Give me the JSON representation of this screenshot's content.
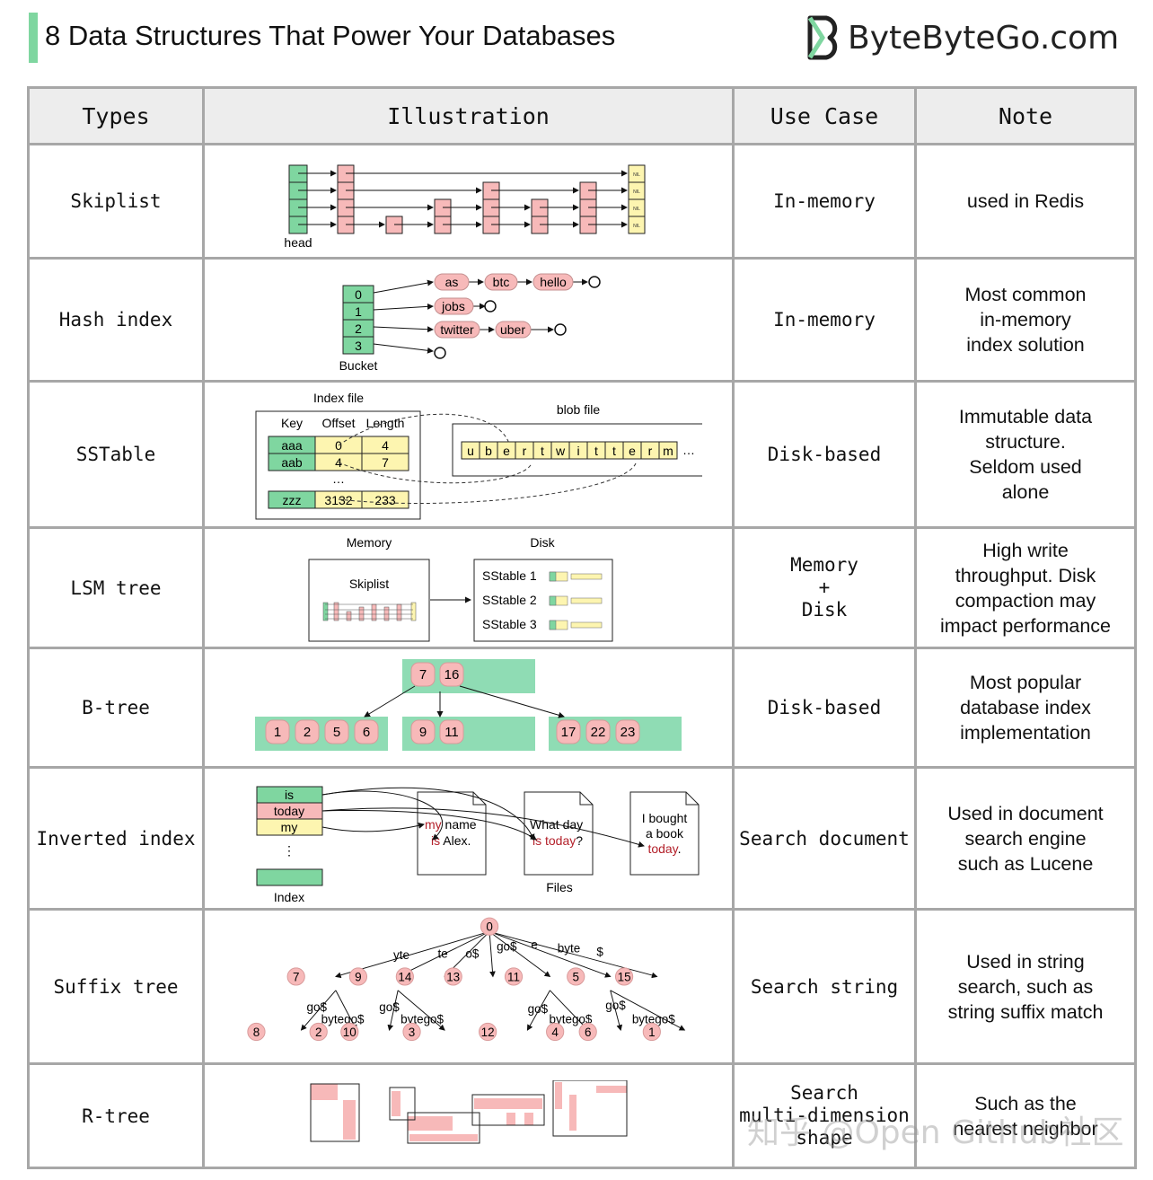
{
  "header": {
    "title": "8 Data Structures That Power Your Databases",
    "brand": "ByteByteGo.com",
    "accent_color": "#7fd6a0"
  },
  "table": {
    "columns": [
      "Types",
      "Illustration",
      "Use Case",
      "Note"
    ],
    "rows": [
      {
        "type": "Skiplist",
        "use_case": [
          "In-memory"
        ],
        "note": [
          "used in Redis"
        ]
      },
      {
        "type": "Hash index",
        "use_case": [
          "In-memory"
        ],
        "note": [
          "Most common",
          "in-memory",
          "index solution"
        ]
      },
      {
        "type": "SSTable",
        "use_case": [
          "Disk-based"
        ],
        "note": [
          "Immutable data",
          "structure.",
          "Seldom used",
          "alone"
        ]
      },
      {
        "type": "LSM tree",
        "use_case": [
          "Memory",
          "+",
          "Disk"
        ],
        "note": [
          "High write",
          "throughput. Disk",
          "compaction may",
          "impact performance"
        ]
      },
      {
        "type": "B-tree",
        "use_case": [
          "Disk-based"
        ],
        "note": [
          "Most popular",
          "database index",
          "implementation"
        ]
      },
      {
        "type": "Inverted index",
        "use_case": [
          "Search document"
        ],
        "note": [
          "Used in document",
          "search engine",
          "such as Lucene"
        ]
      },
      {
        "type": "Suffix tree",
        "use_case": [
          "Search string"
        ],
        "note": [
          "Used in string",
          "search, such as",
          "string suffix match"
        ]
      },
      {
        "type": "R-tree",
        "use_case": [
          "Search",
          "multi-dimension",
          "shape"
        ],
        "note": [
          "Such as the",
          "nearest neighbor"
        ]
      }
    ]
  },
  "illustrations": {
    "skiplist": {
      "head_label": "head",
      "nil_label": "NIL"
    },
    "hash_index": {
      "bucket_label": "Bucket",
      "buckets": [
        "0",
        "1",
        "2",
        "3"
      ],
      "chain0": [
        "as",
        "btc",
        "hello"
      ],
      "chain1": [
        "jobs"
      ],
      "chain2": [
        "twitter",
        "uber"
      ]
    },
    "sstable": {
      "index_file_label": "Index file",
      "blob_file_label": "blob file",
      "headers": [
        "Key",
        "Offset",
        "Length"
      ],
      "rows": [
        [
          "aaa",
          "0",
          "4"
        ],
        [
          "aab",
          "4",
          "7"
        ]
      ],
      "last_row": [
        "zzz",
        "3132",
        "233"
      ],
      "ellipsis": "…",
      "blob_chars": [
        "u",
        "b",
        "e",
        "r",
        "t",
        "w",
        "i",
        "t",
        "t",
        "e",
        "r",
        "m"
      ]
    },
    "lsm": {
      "memory_label": "Memory",
      "disk_label": "Disk",
      "skiplist_label": "Skiplist",
      "sstables": [
        "SStable 1",
        "SStable 2",
        "SStable 3"
      ]
    },
    "btree": {
      "root": [
        "7",
        "16"
      ],
      "leaves": [
        [
          "1",
          "2",
          "5",
          "6"
        ],
        [
          "9",
          "11"
        ],
        [
          "17",
          "22",
          "23"
        ]
      ]
    },
    "inverted": {
      "terms": [
        "is",
        "today",
        "my"
      ],
      "vdots": "⋮",
      "index_label": "Index",
      "files_label": "Files",
      "doc1": [
        "my",
        " name",
        "is",
        " Alex."
      ],
      "doc2": [
        "What day",
        "is today",
        "?"
      ],
      "doc3": [
        "I bought",
        "a book",
        "today",
        "."
      ],
      "highlight_color": "#b3202a"
    },
    "suffix": {
      "root": "0",
      "level1": [
        "7",
        "9",
        "14",
        "13",
        "11",
        "5",
        "15"
      ],
      "edges1": [
        "yte",
        "te",
        "o$",
        "go$",
        "e",
        "byte",
        "$"
      ],
      "leaves": [
        "8",
        "2",
        "10",
        "3",
        "12",
        "4",
        "6",
        "1"
      ],
      "edges2": [
        "go$",
        "bytego$",
        "go$",
        "bytego$",
        "go$",
        "bytego$",
        "go$",
        "bytego$"
      ]
    }
  },
  "watermark": "知乎 @Open Github社区"
}
